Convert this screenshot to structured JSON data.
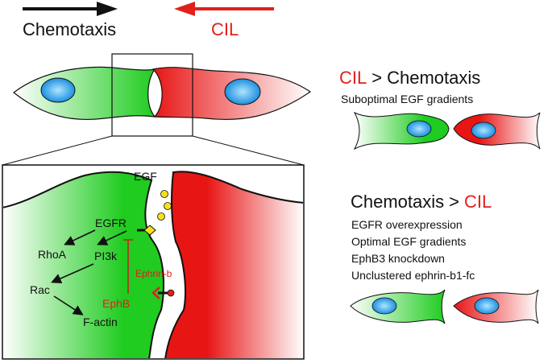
{
  "top_arrows": {
    "chemotaxis_label": "Chemotaxis",
    "cil_label": "CIL",
    "chemotaxis_color": "#111111",
    "cil_color": "#e0201b"
  },
  "zoom": {
    "labels": {
      "egf": "EGF",
      "egfr": "EGFR",
      "rhoa": "RhoA",
      "pi3k": "PI3k",
      "rac": "Rac",
      "ephb": "EphB",
      "factin": "F-actin",
      "ephrin_b": "Ephrin-b"
    }
  },
  "panel_cil_wins": {
    "cil": "CIL",
    "gt": ">",
    "chemotaxis": "Chemotaxis",
    "conditions": [
      "Suboptimal EGF gradients"
    ]
  },
  "panel_chemo_wins": {
    "chemotaxis": "Chemotaxis",
    "gt": ">",
    "cil": "CIL",
    "conditions": [
      "EGFR overexpression",
      "Optimal EGF gradients",
      "EphB3 knockdown",
      "Unclustered ephrin-b1-fc"
    ]
  },
  "colors": {
    "green": "#22cc22",
    "red": "#e81818",
    "nucleus": "#3fa9e8",
    "accent_red": "#e0201b"
  }
}
